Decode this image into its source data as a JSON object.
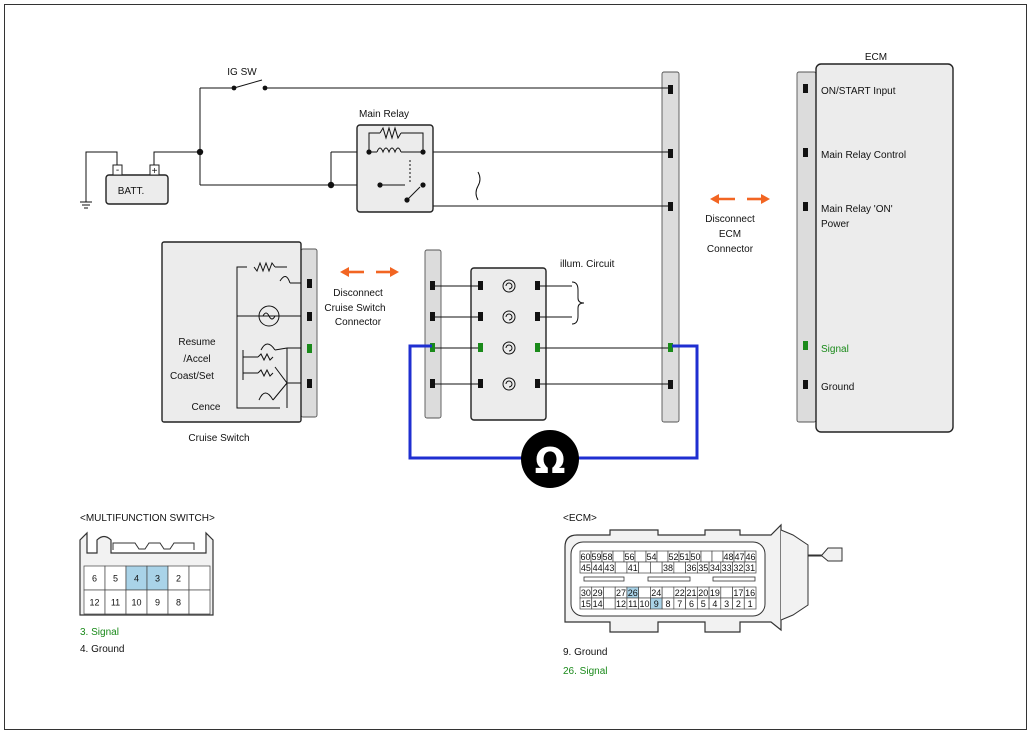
{
  "colors": {
    "wire": "#111111",
    "component_fill": "#ececec",
    "connector_bar_fill": "#dcdcdc",
    "signal_green": "#1a8a1a",
    "meter_loop_blue": "#1f2fd1",
    "disconnect_arrow_orange": "#f26522",
    "highlight_cell": "#a9d3e8"
  },
  "labels": {
    "ig_sw": "IG SW",
    "main_relay": "Main Relay",
    "battery": "BATT.",
    "battery_minus": "-",
    "battery_plus": "+",
    "ecm_title": "ECM",
    "ecm_pins": [
      "ON/START Input",
      "Main Relay Control",
      "Main Relay 'ON'",
      "Power",
      "Signal",
      "Ground"
    ],
    "disconnect_ecm": [
      "Disconnect",
      "ECM",
      "Connector"
    ],
    "disconnect_cruise": [
      "Disconnect",
      "Cruise Switch",
      "Connector"
    ],
    "illum_circuit": "illum. Circuit",
    "cruise_switch_functions": [
      "Resume",
      "/Accel",
      "Coast/Set",
      "Cence"
    ],
    "cruise_switch_title": "Cruise Switch",
    "ohm_symbol": "Ω"
  },
  "multifunction_switch": {
    "title": "<MULTIFUNCTION SWITCH>",
    "row1": [
      "6",
      "5",
      "4",
      "3",
      "2",
      ""
    ],
    "row2": [
      "12",
      "11",
      "10",
      "9",
      "8",
      ""
    ],
    "highlighted": [
      "4",
      "3"
    ],
    "notes": [
      {
        "text": "3. Signal",
        "color": "green"
      },
      {
        "text": "4. Ground",
        "color": "black"
      }
    ]
  },
  "ecm_connector": {
    "title": "<ECM>",
    "row1": [
      "60",
      "59",
      "58",
      "",
      "56",
      "",
      "54",
      "",
      "52",
      "51",
      "50",
      "",
      "",
      "48",
      "47",
      "46"
    ],
    "row2": [
      "45",
      "44",
      "43",
      "",
      "41",
      "",
      "",
      "38",
      "",
      "36",
      "35",
      "34",
      "33",
      "32",
      "31"
    ],
    "row3": [
      "30",
      "29",
      "",
      "27",
      "26",
      "",
      "24",
      "",
      "22",
      "21",
      "20",
      "19",
      "",
      "17",
      "16"
    ],
    "row4": [
      "15",
      "14",
      "",
      "12",
      "11",
      "10",
      "9",
      "8",
      "7",
      "6",
      "5",
      "4",
      "3",
      "2",
      "1"
    ],
    "highlighted": [
      "26",
      "9"
    ],
    "notes": [
      {
        "text": "9. Ground",
        "color": "black"
      },
      {
        "text": "26. Signal",
        "color": "green"
      }
    ]
  }
}
